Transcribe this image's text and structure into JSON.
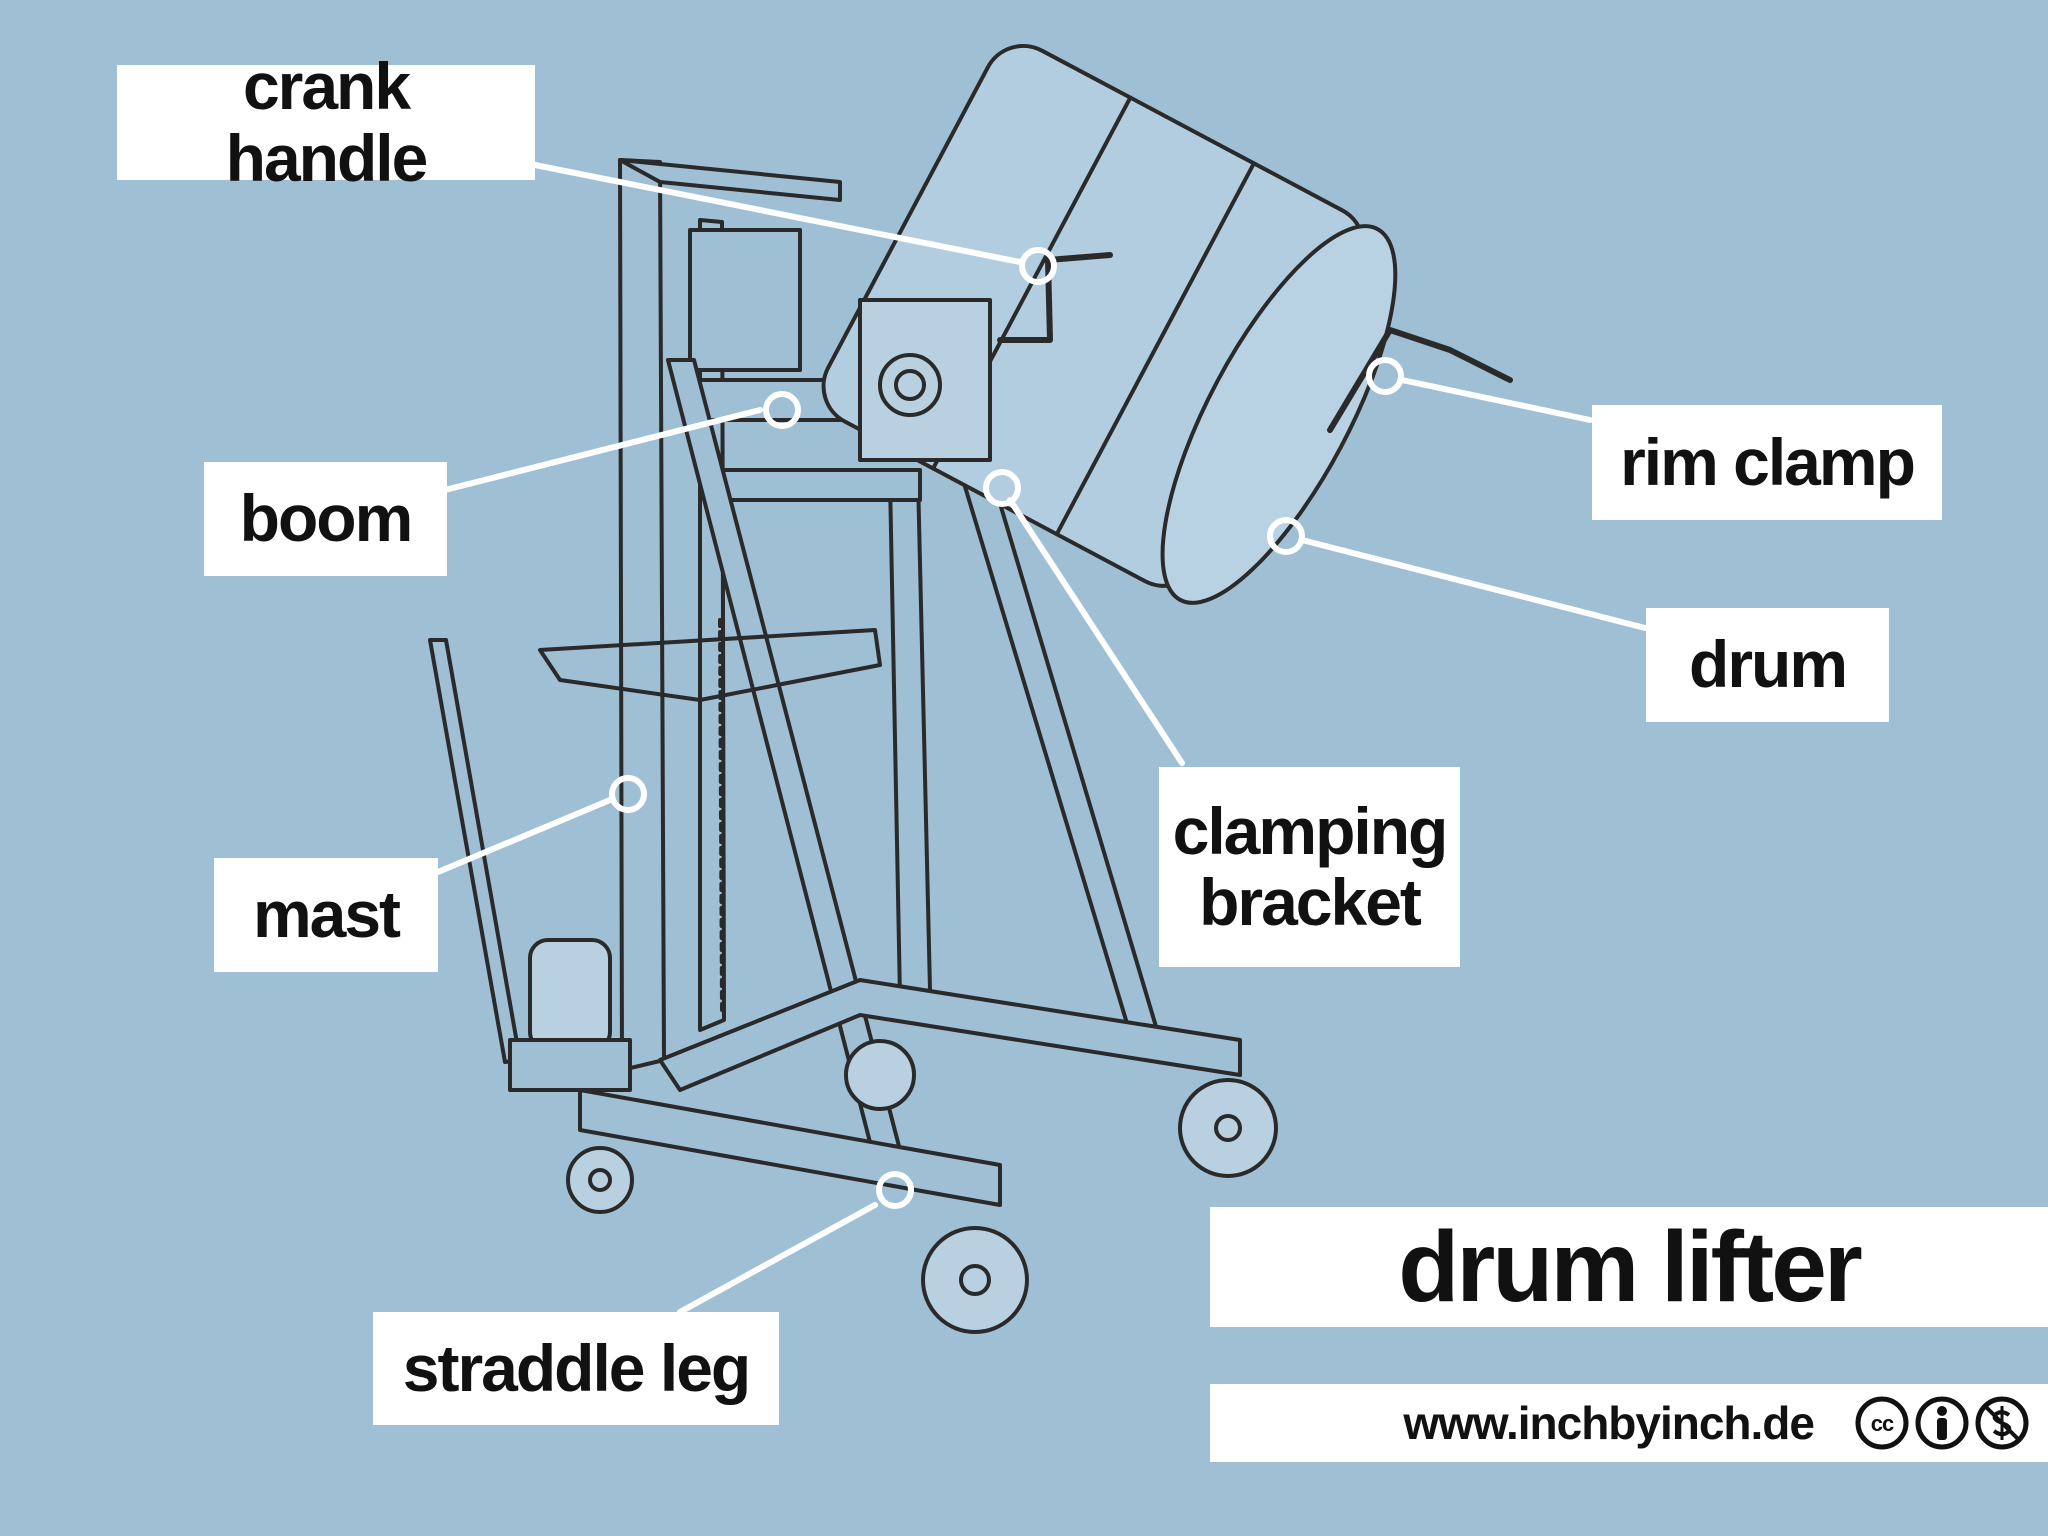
{
  "title": "drum lifter",
  "credit": {
    "url": "www.inchbyinch.de",
    "license_icons": [
      "creative-commons-icon",
      "attribution-icon",
      "non-commercial-icon"
    ],
    "cc_text": "cc"
  },
  "labels": {
    "crank_handle": "crank handle",
    "boom": "boom",
    "mast": "mast",
    "straddle_leg": "straddle leg",
    "rim_clamp": "rim clamp",
    "drum": "drum",
    "clamping_bracket_line1": "clamping",
    "clamping_bracket_line2": "bracket"
  },
  "colors": {
    "background": "#9fbfd4",
    "label_background": "#ffffff",
    "text": "#111111",
    "leader_line": "#ffffff",
    "outline": "#2a2a2a"
  }
}
